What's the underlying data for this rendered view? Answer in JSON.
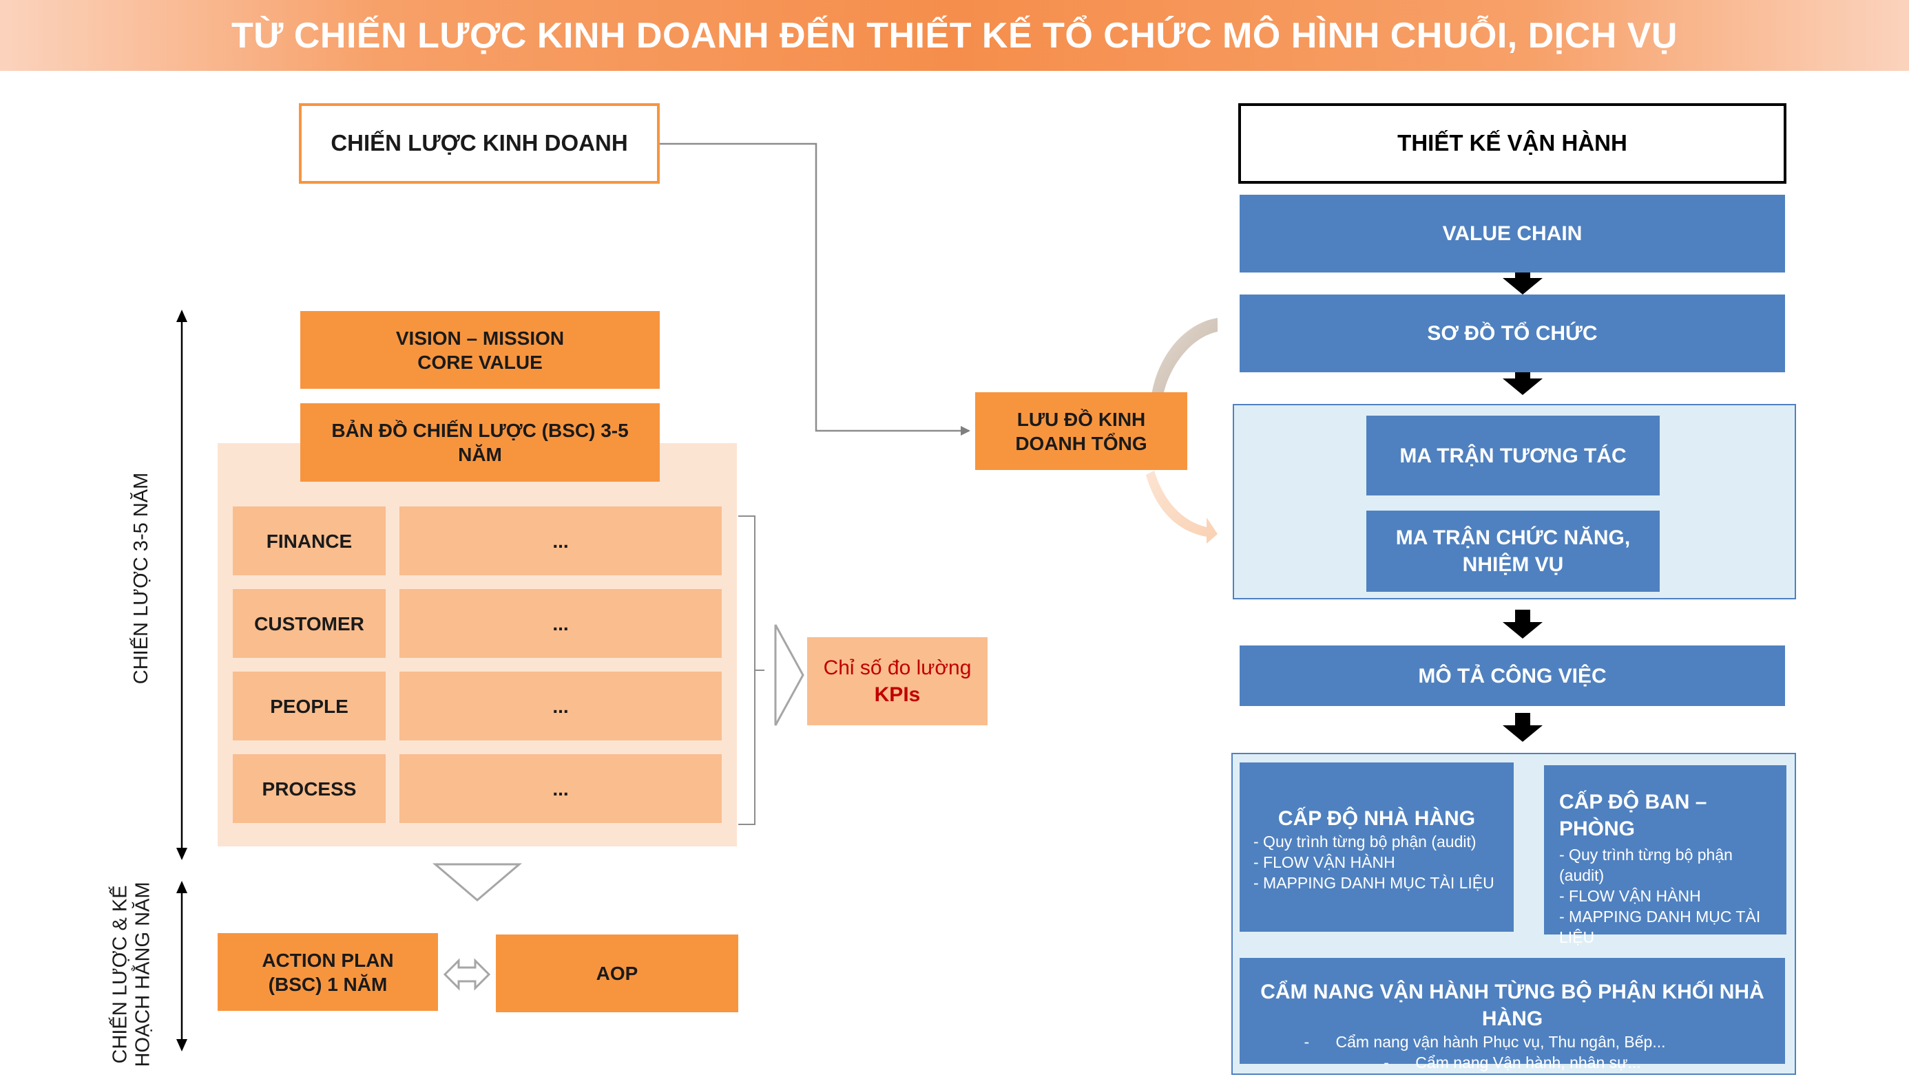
{
  "title": "TỪ CHIẾN LƯỢC KINH DOANH ĐẾN THIẾT KẾ TỔ CHỨC MÔ HÌNH CHUỖI, DỊCH VỤ",
  "left": {
    "strategy_box": "CHIẾN LƯỢC KINH DOANH",
    "vision_line1": "VISION – MISSION",
    "vision_line2": "CORE VALUE",
    "bsc_line1": "BẢN ĐỒ CHIẾN LƯỢC (BSC) 3-5",
    "bsc_line2": "NĂM",
    "bsc_rows": [
      {
        "label": "FINANCE",
        "value": "..."
      },
      {
        "label": "CUSTOMER",
        "value": "..."
      },
      {
        "label": "PEOPLE",
        "value": "..."
      },
      {
        "label": "PROCESS",
        "value": "..."
      }
    ],
    "kpi_line1": "Chỉ số đo lường",
    "kpi_line2": "KPIs",
    "axis_long": "CHIẾN LƯỢC 3-5 NĂM",
    "axis_short_line1": "CHIẾN LƯỢC & KẾ",
    "axis_short_line2": "HOẠCH HẰNG NĂM",
    "action_line1": "ACTION PLAN",
    "action_line2": "(BSC) 1 NĂM",
    "aop": "AOP"
  },
  "middle": {
    "flow_line1": "LƯU ĐỒ KINH",
    "flow_line2": "DOANH TỔNG"
  },
  "right": {
    "design_box": "THIẾT KẾ VẬN HÀNH",
    "value_chain": "VALUE CHAIN",
    "org_chart": "SƠ ĐỒ TỔ CHỨC",
    "matrix_interaction": "MA TRẬN TƯƠNG TÁC",
    "matrix_function_line1": "MA TRẬN CHỨC NĂNG,",
    "matrix_function_line2": "NHIỆM VỤ",
    "job_desc": "MÔ TẢ CÔNG VIỆC",
    "restaurant": {
      "title": "CẤP ĐỘ NHÀ HÀNG",
      "items": [
        "- Quy trình từng bộ phận (audit)",
        "- FLOW VẬN HÀNH",
        "- MAPPING DANH MỤC TÀI LIỆU"
      ]
    },
    "department": {
      "title": "CẤP ĐỘ BAN – PHÒNG",
      "items": [
        "- Quy trình từng bộ phận",
        "(audit)",
        "- FLOW VẬN HÀNH",
        "- MAPPING DANH MỤC TÀI",
        "LIỆU"
      ]
    },
    "handbook": {
      "title": "CẨM NANG VẬN HÀNH TỪNG BỘ PHẬN KHỐI NHÀ HÀNG",
      "items": [
        "-      Cẩm nang vận hành Phục vụ, Thu ngân, Bếp...",
        "-      Cẩm nang Vận hành, nhân sự..."
      ]
    }
  },
  "colors": {
    "orange": "#f7953f",
    "light_orange": "#f9bd8e",
    "blue": "#4f81c0",
    "light_blue_panel": "#dfeef6",
    "kpi_red": "#c00000"
  }
}
